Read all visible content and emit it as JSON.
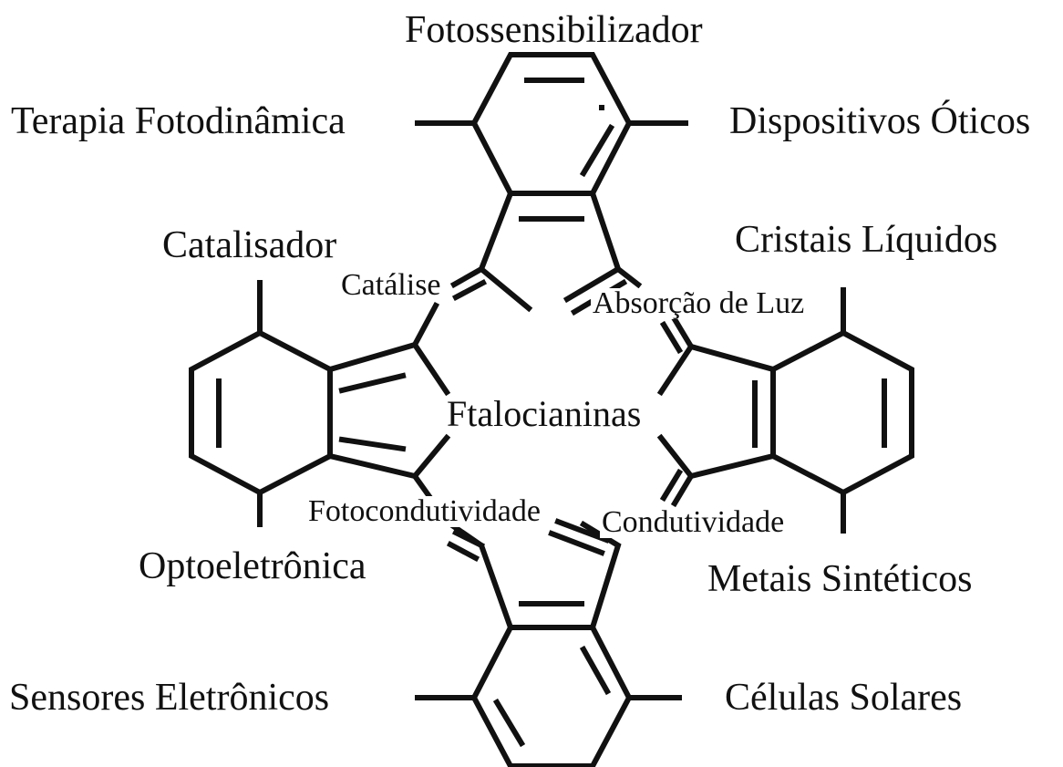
{
  "center_label": "Ftalocianinas",
  "applications": {
    "top": "Fotossensibilizador",
    "top_left": "Terapia Fotodinâmica",
    "top_right": "Dispositivos Óticos",
    "left_upper": "Catalisador",
    "right_upper": "Cristais Líquidos",
    "left_lower": "Optoeletrônica",
    "right_lower": "Metais Sintéticos",
    "bottom_left": "Sensores Eletrônicos",
    "bottom_right": "Células Solares"
  },
  "properties": {
    "top_left": "Catálise",
    "top_right": "Absorção de Luz",
    "bottom_left": "Fotocondutividade",
    "bottom_right": "Condutividade"
  },
  "colors": {
    "line": "#111111",
    "background": "#ffffff"
  }
}
